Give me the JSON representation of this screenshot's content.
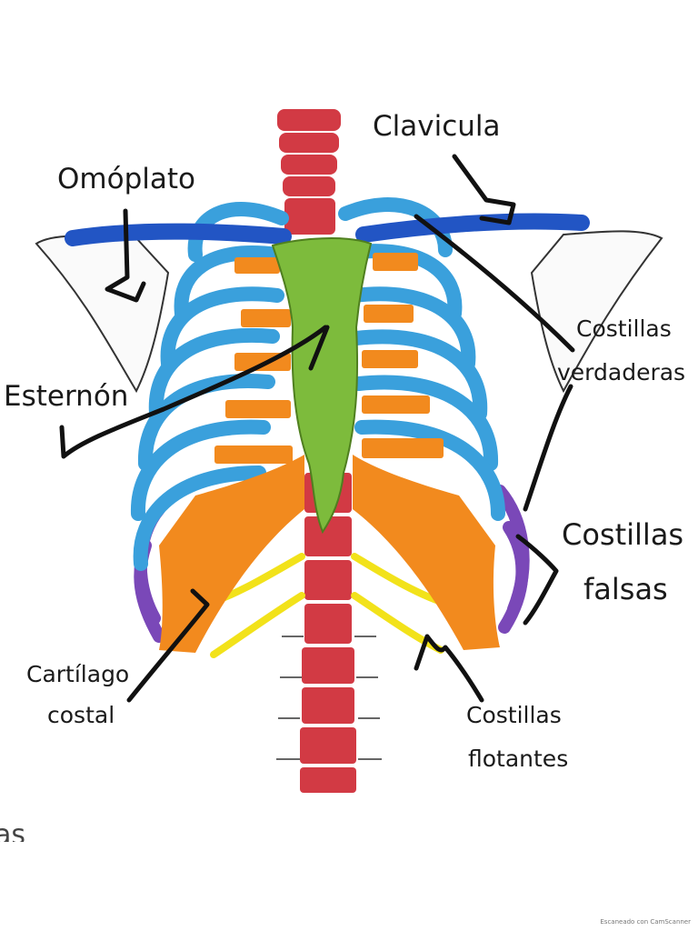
{
  "labels": {
    "clavicula": "Clavicula",
    "omoplato": "Omóplato",
    "esternon": "Esternón",
    "costillas_verdaderas_1": "Costillas",
    "costillas_verdaderas_2": "verdaderas",
    "costillas_falsas_1": "Costillas",
    "costillas_falsas_2": "falsas",
    "cartilago_1": "Cartílago",
    "cartilago_2": "costal",
    "flotantes_1": "Costillas",
    "flotantes_2": "flotantes"
  },
  "edge_text": "as",
  "watermark": "Escaneado con CamScanner",
  "colors": {
    "clavicle": "#2255c4",
    "true_ribs": "#3aa0dc",
    "false_ribs": "#7a48b8",
    "floating_ribs": "#f2e21a",
    "cartilage": "#f28a1e",
    "sternum": "#7dbb3c",
    "spine": "#d23a44",
    "line": "#111111"
  }
}
